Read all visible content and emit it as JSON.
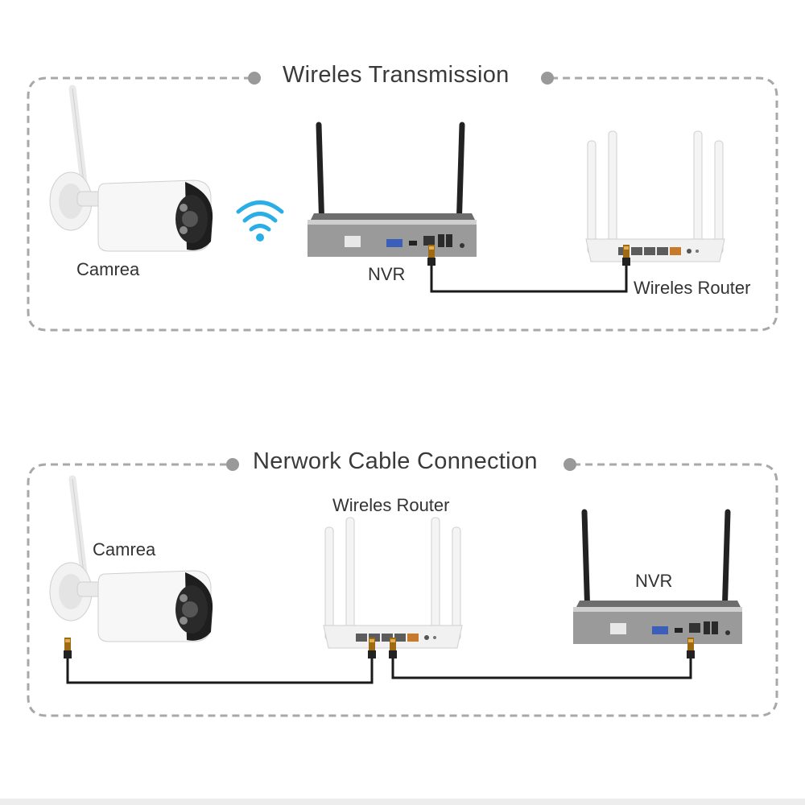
{
  "sections": [
    {
      "title": "Wireles Transmission",
      "labels": {
        "camera": "Camrea",
        "nvr": "NVR",
        "router": "Wireles Router"
      }
    },
    {
      "title": "Nerwork Cable Connection",
      "labels": {
        "camera": "Camrea",
        "router": "Wireles Router",
        "nvr": "NVR"
      }
    }
  ],
  "colors": {
    "frame": "#a8a8a8",
    "dot": "#999999",
    "wifi": "#29aee6",
    "cable": "#1a1a1a",
    "plug": "#b8860b"
  },
  "icons": [
    "camera-icon",
    "wifi-icon",
    "nvr-icon",
    "router-icon",
    "network-cable-icon"
  ]
}
